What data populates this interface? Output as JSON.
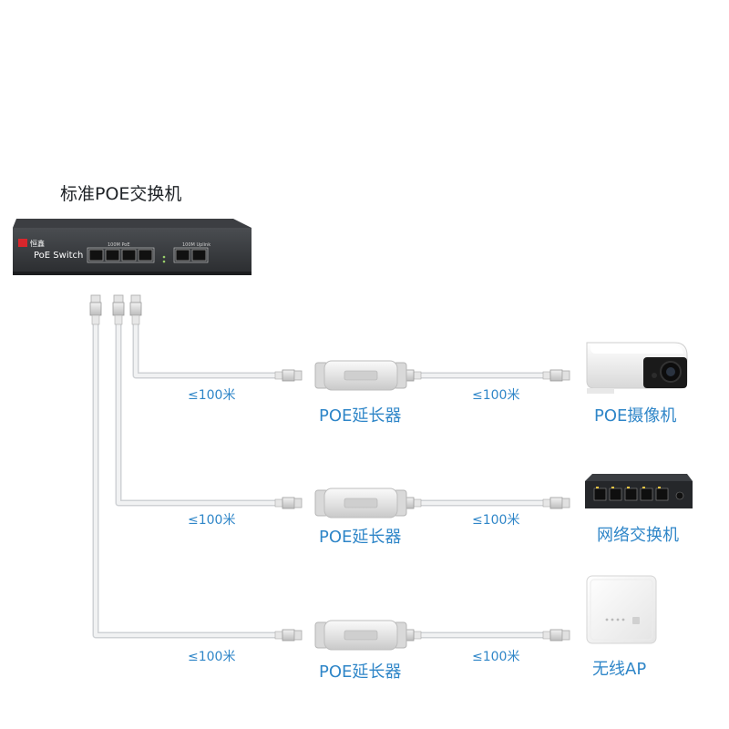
{
  "switch": {
    "title": "标准POE交换机",
    "brand": "恒鑫",
    "model": "PoE Switch",
    "poe_group_label": "100M PoE",
    "uplink_group_label": "100M Uplink"
  },
  "links": [
    {
      "extender_label": "POE延长器",
      "distance_in": "≤100米",
      "distance_out": "≤100米",
      "device_label": "POE摄像机",
      "device_icon": "bullet-camera-icon"
    },
    {
      "extender_label": "POE延长器",
      "distance_in": "≤100米",
      "distance_out": "≤100米",
      "device_label": "网络交换机",
      "device_icon": "network-switch-icon"
    },
    {
      "extender_label": "POE延长器",
      "distance_in": "≤100米",
      "distance_out": "≤100米",
      "device_label": "无线AP",
      "device_icon": "wireless-ap-icon"
    }
  ],
  "colors": {
    "label_blue": "#2f86c8",
    "cable": "#e6e8ea",
    "switch_body": "#2b2d30"
  }
}
